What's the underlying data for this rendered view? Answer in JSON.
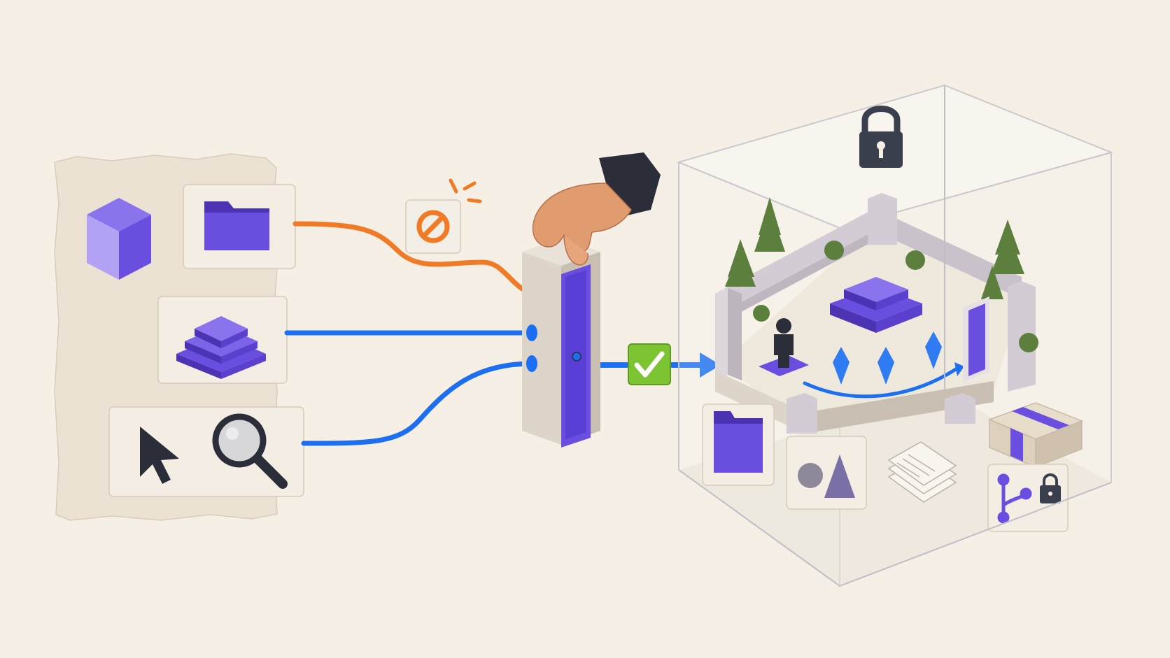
{
  "palette": {
    "background": "#f5efe5",
    "paper": "#ebe2d4",
    "card": "#f3ede3",
    "purple": "#6a4ee0",
    "purple_dark": "#4b33b3",
    "purple_light": "#8b73ee",
    "orange": "#f07a25",
    "blue": "#1c6ff0",
    "green": "#7cc431",
    "stone": "#ddd5ca",
    "stone_dark": "#bdb3a6",
    "wall": "#cfc7cf",
    "tree": "#5d7f3d",
    "crystal": "#2f7cf2",
    "lock": "#3a3f4e",
    "ink": "#2b2e38"
  },
  "source_panel": {
    "cards": [
      {
        "icons": [
          "cube-icon",
          "folder-icon"
        ],
        "connection": "blocked"
      },
      {
        "icons": [
          "stacked-layers-icon"
        ],
        "connection": "allowed"
      },
      {
        "icons": [
          "cursor-icon",
          "magnifier-icon"
        ],
        "connection": "allowed"
      }
    ]
  },
  "gate": {
    "icons": [
      "hand-icon",
      "door-icon",
      "check-icon",
      "no-entry-icon"
    ],
    "status": "approved"
  },
  "sandbox": {
    "icons": [
      "padlock-icon",
      "tree-icon",
      "platform-icon",
      "person-icon",
      "crystal-icon",
      "arrow-icon",
      "door-icon"
    ],
    "crystals": 3,
    "contents": [
      "folder-icon",
      "shapes-icon",
      "documents-icon",
      "package-icon",
      "git-branch-icon",
      "padlock-icon"
    ]
  }
}
